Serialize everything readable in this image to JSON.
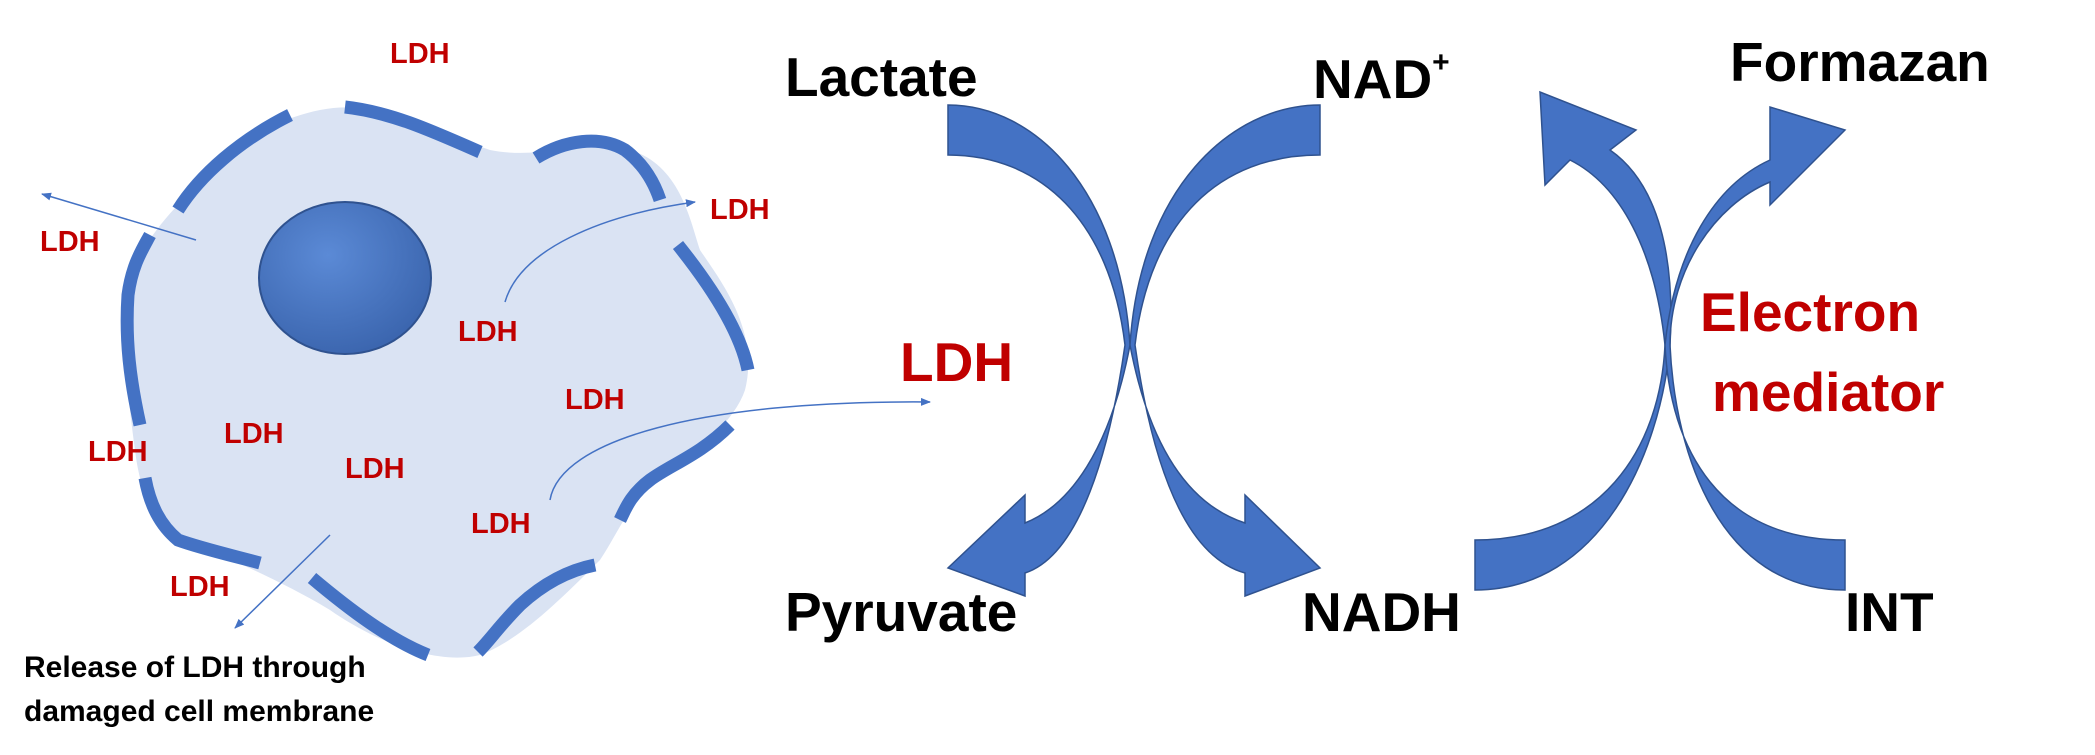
{
  "colors": {
    "membrane": "#4472c4",
    "cytoplasm": "#dae3f3",
    "nucleus": "#4472c4",
    "arrow": "#4472c4",
    "arrow_dark": "#2f528f",
    "ldh_text": "#c00000",
    "label_text": "#000000"
  },
  "cell": {
    "ldh_labels": [
      "LDH",
      "LDH",
      "LDH",
      "LDH",
      "LDH",
      "LDH",
      "LDH",
      "LDH",
      "LDH",
      "LDH"
    ],
    "caption_line1": "Release of LDH through",
    "caption_line2": "damaged cell membrane"
  },
  "reaction": {
    "lactate": "Lactate",
    "pyruvate": "Pyruvate",
    "enzyme": "LDH",
    "nad": "NAD",
    "nad_superscript": "+",
    "nadh": "NADH",
    "formazan": "Formazan",
    "int": "INT",
    "mediator_line1": "Electron",
    "mediator_line2": "mediator"
  }
}
